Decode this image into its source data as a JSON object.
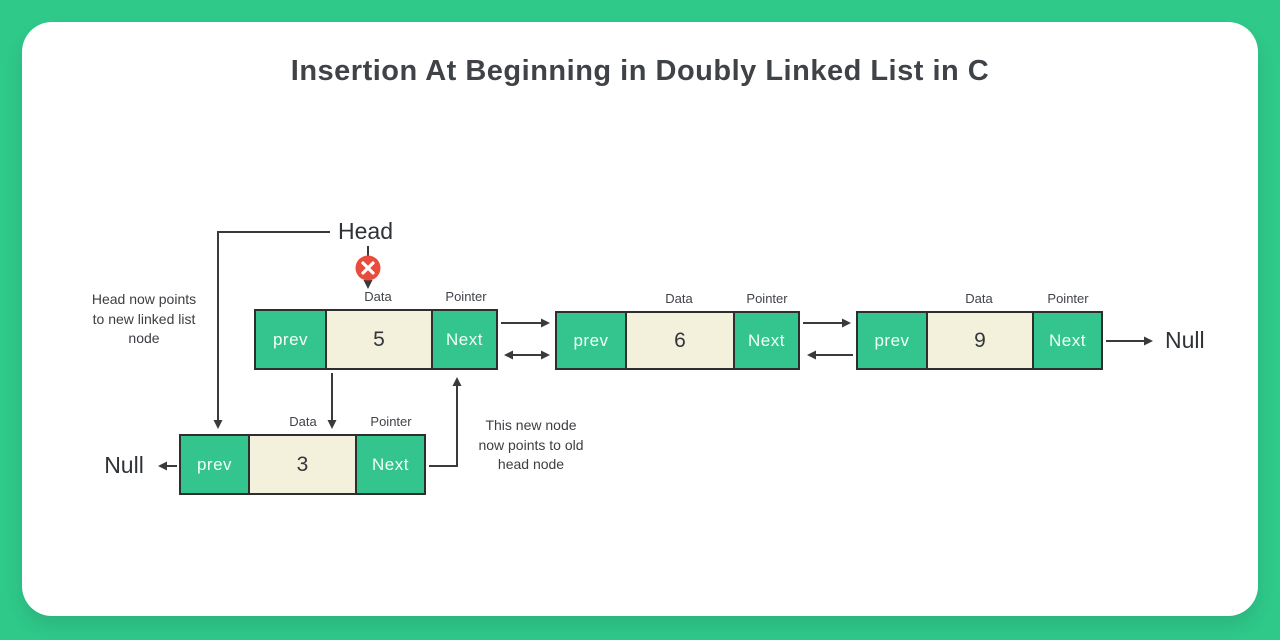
{
  "title": "Insertion At Beginning in Doubly Linked List in C",
  "labels": {
    "head": "Head",
    "null_left": "Null",
    "null_right": "Null"
  },
  "annotations": {
    "head_note_lines": [
      "Head now points",
      "to new linked list",
      "node"
    ],
    "new_node_note_lines": [
      "This new node",
      "now points to old",
      "head node"
    ]
  },
  "nodes": [
    {
      "id": "node-5",
      "prev": "prev",
      "value": "5",
      "next": "Next",
      "data_label": "Data",
      "pointer_label": "Pointer"
    },
    {
      "id": "node-6",
      "prev": "prev",
      "value": "6",
      "next": "Next",
      "data_label": "Data",
      "pointer_label": "Pointer"
    },
    {
      "id": "node-9",
      "prev": "prev",
      "value": "9",
      "next": "Next",
      "data_label": "Data",
      "pointer_label": "Pointer"
    },
    {
      "id": "new-node-3",
      "prev": "prev",
      "value": "3",
      "next": "Next",
      "data_label": "Data",
      "pointer_label": "Pointer"
    }
  ],
  "colors": {
    "frame_green": "#2FC98A",
    "cell_green": "#33C58D",
    "cell_cream": "#F3F0DB",
    "node_border": "#2E2E2E",
    "removed_link_badge": "#E74C3C",
    "wire": "#3A3A3A"
  },
  "icons": {
    "removed_link": "x-circle-icon"
  }
}
